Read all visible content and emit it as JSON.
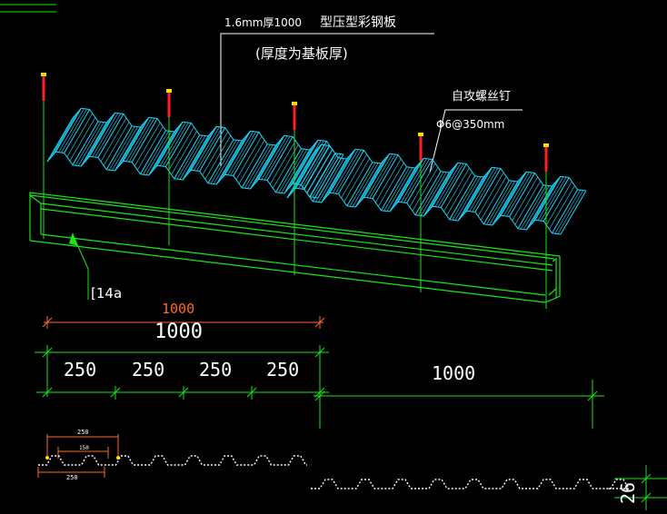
{
  "labels": {
    "plate_spec": "1.6mm厚1000",
    "plate_name": "型压型彩钢板",
    "thickness_note": "(厚度为基板厚)",
    "screw_name": "自攻螺丝钉",
    "screw_spec": "Φ6@350mm",
    "channel": "[14a"
  },
  "dimensions": {
    "overall_red": "1000",
    "overall": "1000",
    "segments": [
      "250",
      "250",
      "250",
      "250"
    ],
    "right_width": "1000",
    "rib_height": "26",
    "profile_top": "250",
    "profile_inner": "150",
    "profile_bottom": "250"
  },
  "colors": {
    "background": "#000000",
    "sheet": "#19d9ff",
    "line": "#19e619",
    "text": "#ffffff",
    "screw": "#ff2020",
    "screw_head": "#ffe000",
    "accent_dim": "#ff6a2a"
  }
}
